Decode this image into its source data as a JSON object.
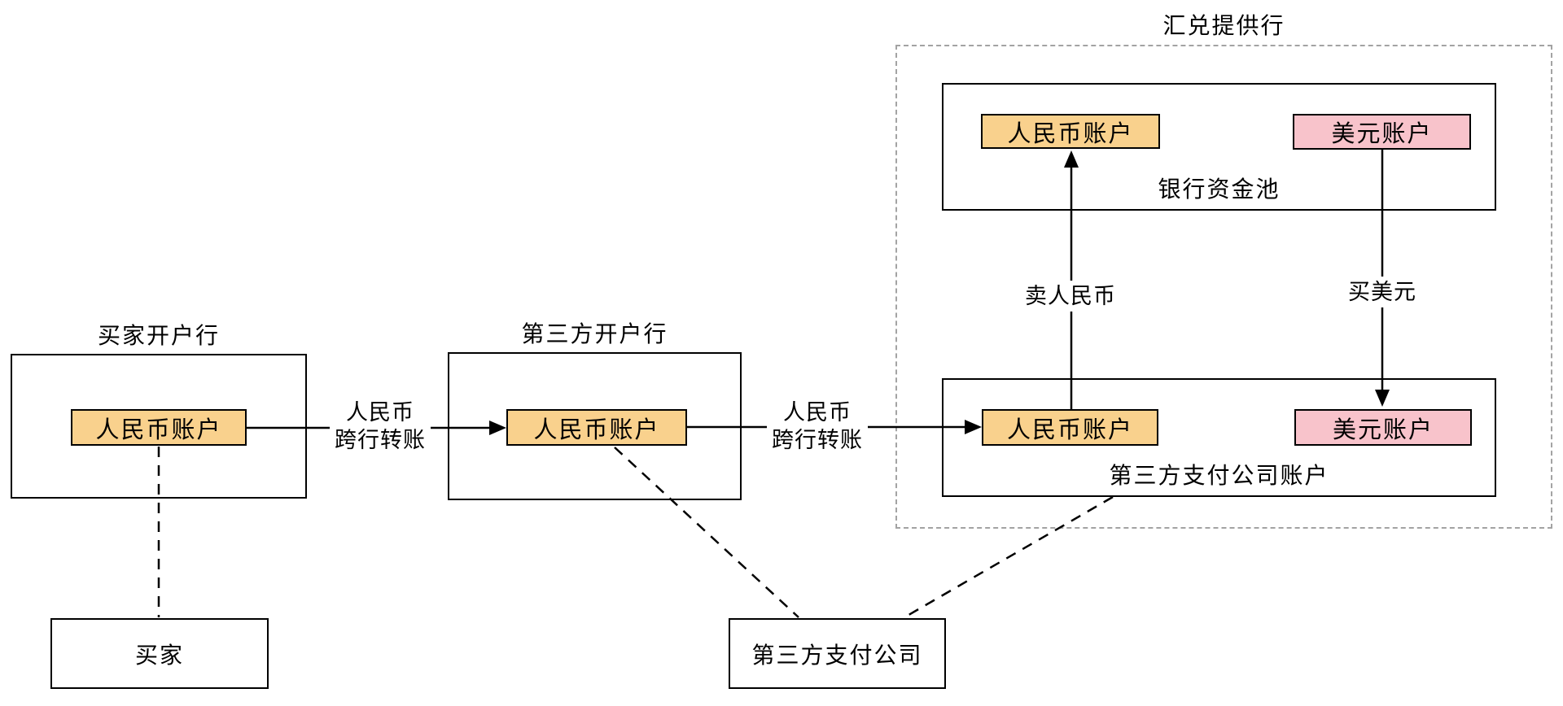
{
  "buyer_bank": {
    "title": "买家开户行",
    "cny_account": "人民币账户"
  },
  "third_party_bank": {
    "title": "第三方开户行",
    "cny_account": "人民币账户"
  },
  "fx_provider": {
    "title": "汇兑提供行",
    "bank_pool": {
      "label": "银行资金池",
      "cny_account": "人民币账户",
      "usd_account": "美元账户"
    },
    "tpp_account": {
      "label": "第三方支付公司账户",
      "cny_account": "人民币账户",
      "usd_account": "美元账户"
    },
    "sell_cny_label": "卖人民币",
    "buy_usd_label": "买美元"
  },
  "buyer": {
    "label": "买家"
  },
  "tpp_company": {
    "label": "第三方支付公司"
  },
  "transfer_left": {
    "line1": "人民币",
    "line2": "跨行转账"
  },
  "transfer_right": {
    "line1": "人民币",
    "line2": "跨行转账"
  },
  "colors": {
    "cny_fill": "#F9D18D",
    "usd_fill": "#F8C3CB",
    "line": "#000000",
    "container_dash": "#A3A3A3"
  }
}
